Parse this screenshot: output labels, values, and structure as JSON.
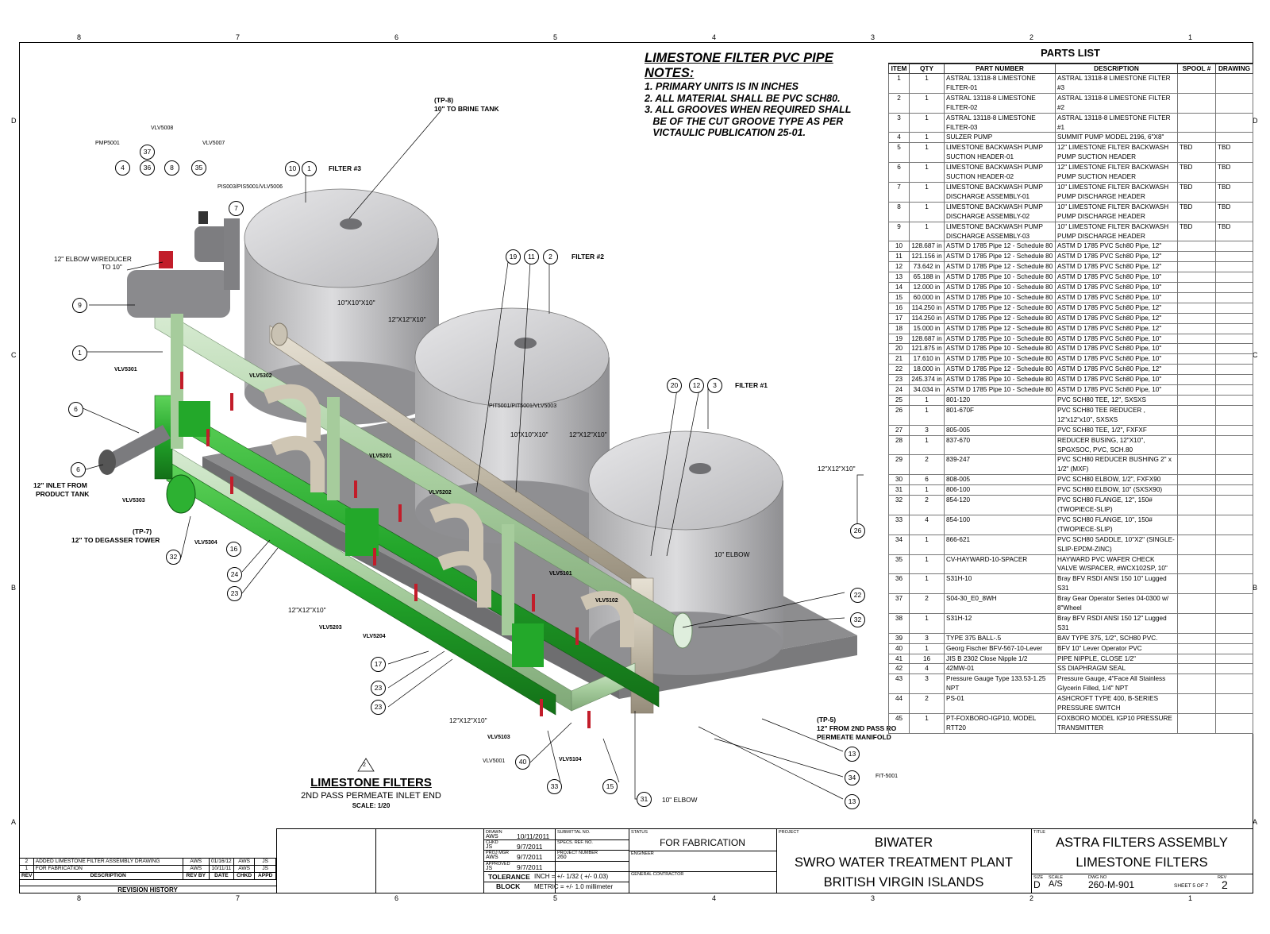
{
  "notes": {
    "title": "LIMESTONE FILTER PVC PIPE NOTES:",
    "lines": [
      "1. PRIMARY UNITS IS IN INCHES",
      "2. ALL MATERIAL SHALL BE PVC SCH80.",
      "3. ALL GROOVES WHEN REQUIRED SHALL",
      "   BE OF THE CUT GROOVE TYPE AS PER",
      "   VICTAULIC PUBLICATION 25-01."
    ]
  },
  "parts_list": {
    "title": "PARTS LIST",
    "headers": [
      "ITEM",
      "QTY",
      "PART NUMBER",
      "DESCRIPTION",
      "SPOOL #",
      "DRAWING"
    ],
    "rows": [
      [
        "1",
        "1",
        "ASTRAL 13118-8 LIMESTONE FILTER-01",
        "ASTRAL 13118-8 LIMESTONE FILTER #3",
        "",
        ""
      ],
      [
        "2",
        "1",
        "ASTRAL 13118-8 LIMESTONE FILTER-02",
        "ASTRAL 13118-8 LIMESTONE FILTER #2",
        "",
        ""
      ],
      [
        "3",
        "1",
        "ASTRAL 13118-8 LIMESTONE FILTER-03",
        "ASTRAL 13118-8 LIMESTONE FILTER #1",
        "",
        ""
      ],
      [
        "4",
        "1",
        "SULZER PUMP",
        "SUMMIT PUMP MODEL 2196, 6\"X8\"",
        "",
        ""
      ],
      [
        "5",
        "1",
        "LIMESTONE BACKWASH PUMP SUCTION HEADER-01",
        "12\" LIMESTONE FILTER BACKWASH PUMP SUCTION HEADER",
        "TBD",
        "TBD"
      ],
      [
        "6",
        "1",
        "LIMESTONE BACKWASH PUMP SUCTION HEADER-02",
        "12\" LIMESTONE FILTER BACKWASH PUMP SUCTION HEADER",
        "TBD",
        "TBD"
      ],
      [
        "7",
        "1",
        "LIMESTONE BACKWASH PUMP DISCHARGE ASSEMBLY-01",
        "10\" LIMESTONE FILTER BACKWASH PUMP DISCHARGE HEADER",
        "TBD",
        "TBD"
      ],
      [
        "8",
        "1",
        "LIMESTONE BACKWASH PUMP DISCHARGE ASSEMBLY-02",
        "10\" LIMESTONE FILTER BACKWASH PUMP DISCHARGE HEADER",
        "TBD",
        "TBD"
      ],
      [
        "9",
        "1",
        "LIMESTONE BACKWASH PUMP DISCHARGE ASSEMBLY-03",
        "10\" LIMESTONE FILTER BACKWASH PUMP DISCHARGE HEADER",
        "TBD",
        "TBD"
      ],
      [
        "10",
        "128.687 in",
        "ASTM D 1785 Pipe 12 - Schedule 80",
        "ASTM D 1785 PVC Sch80 Pipe, 12\"",
        "",
        ""
      ],
      [
        "11",
        "121.156 in",
        "ASTM D 1785 Pipe 12 - Schedule 80",
        "ASTM D 1785 PVC Sch80 Pipe, 12\"",
        "",
        ""
      ],
      [
        "12",
        "73.642 in",
        "ASTM D 1785 Pipe 12 - Schedule 80",
        "ASTM D 1785 PVC Sch80 Pipe, 12\"",
        "",
        ""
      ],
      [
        "13",
        "65.188 in",
        "ASTM D 1785 Pipe 10 - Schedule 80",
        "ASTM D 1785 PVC Sch80 Pipe, 10\"",
        "",
        ""
      ],
      [
        "14",
        "12.000 in",
        "ASTM D 1785 Pipe 10 - Schedule 80",
        "ASTM D 1785 PVC Sch80 Pipe, 10\"",
        "",
        ""
      ],
      [
        "15",
        "60.000 in",
        "ASTM D 1785 Pipe 10 - Schedule 80",
        "ASTM D 1785 PVC Sch80 Pipe, 10\"",
        "",
        ""
      ],
      [
        "16",
        "114.250 in",
        "ASTM D 1785 Pipe 12 - Schedule 80",
        "ASTM D 1785 PVC Sch80 Pipe, 12\"",
        "",
        ""
      ],
      [
        "17",
        "114.250 in",
        "ASTM D 1785 Pipe 12 - Schedule 80",
        "ASTM D 1785 PVC Sch80 Pipe, 12\"",
        "",
        ""
      ],
      [
        "18",
        "15.000 in",
        "ASTM D 1785 Pipe 12 - Schedule 80",
        "ASTM D 1785 PVC Sch80 Pipe, 12\"",
        "",
        ""
      ],
      [
        "19",
        "128.687 in",
        "ASTM D 1785 Pipe 10 - Schedule 80",
        "ASTM D 1785 PVC Sch80 Pipe, 10\"",
        "",
        ""
      ],
      [
        "20",
        "121.875 in",
        "ASTM D 1785 Pipe 10 - Schedule 80",
        "ASTM D 1785 PVC Sch80 Pipe, 10\"",
        "",
        ""
      ],
      [
        "21",
        "17.610 in",
        "ASTM D 1785 Pipe 10 - Schedule 80",
        "ASTM D 1785 PVC Sch80 Pipe, 10\"",
        "",
        ""
      ],
      [
        "22",
        "18.000 in",
        "ASTM D 1785 Pipe 12 - Schedule 80",
        "ASTM D 1785 PVC Sch80 Pipe, 12\"",
        "",
        ""
      ],
      [
        "23",
        "245.374 in",
        "ASTM D 1785 Pipe 10 - Schedule 80",
        "ASTM D 1785 PVC Sch80 Pipe, 10\"",
        "",
        ""
      ],
      [
        "24",
        "34.034 in",
        "ASTM D 1785 Pipe 10 - Schedule 80",
        "ASTM D 1785 PVC Sch80 Pipe, 10\"",
        "",
        ""
      ],
      [
        "25",
        "1",
        "801-120",
        "PVC SCH80 TEE, 12\", SXSXS",
        "",
        ""
      ],
      [
        "26",
        "1",
        "801-670F",
        "PVC SCH80 TEE REDUCER , 12\"x12\"x10\", SXSXS",
        "",
        ""
      ],
      [
        "27",
        "3",
        "805-005",
        "PVC SCH80 TEE, 1/2\", FXFXF",
        "",
        ""
      ],
      [
        "28",
        "1",
        "837-670",
        "REDUCER BUSING, 12\"X10\", SPGXSOC, PVC, SCH.80",
        "",
        ""
      ],
      [
        "29",
        "2",
        "839-247",
        "PVC SCH80 REDUCER BUSHING 2\" x 1/2\" (MXF)",
        "",
        ""
      ],
      [
        "30",
        "6",
        "808-005",
        "PVC SCH80 ELBOW, 1/2\", FXFX90",
        "",
        ""
      ],
      [
        "31",
        "1",
        "806-100",
        "PVC SCH80 ELBOW, 10\" (SXSX90)",
        "",
        ""
      ],
      [
        "32",
        "2",
        "854-120",
        "PVC SCH80 FLANGE, 12\", 150# (TWOPIECE-SLIP)",
        "",
        ""
      ],
      [
        "33",
        "4",
        "854-100",
        "PVC SCH80 FLANGE, 10\", 150# (TWOPIECE-SLIP)",
        "",
        ""
      ],
      [
        "34",
        "1",
        "866-621",
        "PVC SCH80 SADDLE, 10\"X2\" (SINGLE-SLIP-EPDM-ZINC)",
        "",
        ""
      ],
      [
        "35",
        "1",
        "CV-HAYWARD-10-SPACER",
        "HAYWARD PVC WAFER CHECK VALVE W/SPACER, #WCX102SP, 10\"",
        "",
        ""
      ],
      [
        "36",
        "1",
        "S31H-10",
        "Bray BFV RSDI ANSI 150 10\" Lugged S31",
        "",
        ""
      ],
      [
        "37",
        "2",
        "S04-30_E0_8WH",
        "Bray Gear Operator Series 04-0300 w/ 8\"Wheel",
        "",
        ""
      ],
      [
        "38",
        "1",
        "S31H-12",
        "Bray BFV RSDI ANSI 150 12\" Lugged S31",
        "",
        ""
      ],
      [
        "39",
        "3",
        "TYPE 375 BALL-.5",
        "BAV TYPE 375, 1/2\", SCH80 PVC.",
        "",
        ""
      ],
      [
        "40",
        "1",
        "Georg Fischer BFV-567-10-Lever",
        "BFV 10\" Lever Operator PVC",
        "",
        ""
      ],
      [
        "41",
        "16",
        "JIS B 2302 Close Nipple 1/2",
        "PIPE NIPPLE, CLOSE 1/2\"",
        "",
        ""
      ],
      [
        "42",
        "4",
        "42MW-01",
        "SS DIAPHRAGM SEAL",
        "",
        ""
      ],
      [
        "43",
        "3",
        "Pressure Gauge Type 133.53-1.25 NPT",
        "Pressure Gauge, 4\"Face All Stainless Glycerin Filled, 1/4\" NPT",
        "",
        ""
      ],
      [
        "44",
        "2",
        "PS-01",
        "ASHCROFT TYPE 400, B-SERIES PRESSURE SWITCH",
        "",
        ""
      ],
      [
        "45",
        "1",
        "PT-FOXBORO-IGP10, MODEL RTT20",
        "FOXBORO MODEL IGP10 PRESSURE TRANSMITTER",
        "",
        ""
      ]
    ]
  },
  "drawing_title": {
    "title": "LIMESTONE FILTERS",
    "subtitle": "2ND PASS PERMEATE INLET END",
    "scale": "SCALE: 1/20",
    "view_number": "2"
  },
  "zones": {
    "columns": [
      "8",
      "7",
      "6",
      "5",
      "4",
      "3",
      "2",
      "1"
    ],
    "rows": [
      "D",
      "C",
      "B",
      "A"
    ]
  },
  "callouts": {
    "filter3": "FILTER #3",
    "filter2": "FILTER #2",
    "filter1": "FILTER #1",
    "tp8a": "(TP-8)",
    "tp8b": "10\" TO BRINE TANK",
    "tp7a": "(TP-7)",
    "tp7b": "12\" TO DEGASSER TOWER",
    "tp5a": "(TP-5)",
    "tp5b": "12\" FROM 2ND PASS RO",
    "tp5c": "PERMEATE MANIFOLD",
    "inlet1": "12\" INLET FROM",
    "inlet2": "PRODUCT TANK",
    "elbowred1": "12\" ELBOW W/REDUCER",
    "elbowred2": "TO 10\"",
    "pmp5001": "PMP5001",
    "vlv5008": "VLV5008",
    "vlv5007": "VLV5007",
    "pis": "PIS003/PIS5001/VLV5006",
    "pit": "PIT5001/PIT5001/VLV5003",
    "t10_1": "10\"X10\"X10\"",
    "t10_2": "10\"X10\"X10\"",
    "t12_1": "12\"X12\"X10\"",
    "t12_2": "12\"X12\"X10\"",
    "t12_3": "12\"X12\"X10\"",
    "t12_4": "12\"X12\"X10\"",
    "t12_5": "12\"X12\"X10\"",
    "elbow10a": "10\" ELBOW",
    "elbow10b": "10\" ELBOW",
    "fit": "FIT-5001",
    "vlv5001": "VLV5001",
    "v5301": "VLV5301",
    "v5302": "VLV5302",
    "v5303": "VLV5303",
    "v5304": "VLV5304",
    "v5201": "VLV5201",
    "v5202": "VLV5202",
    "v5203": "VLV5203",
    "v5204": "VLV5204",
    "v5101": "VLV5101",
    "v5102": "VLV5102",
    "v5103": "VLV5103",
    "v5104": "VLV5104"
  },
  "bubbles": {
    "b37": "37",
    "b4": "4",
    "b36": "36",
    "b8": "8",
    "b35": "35",
    "b7": "7",
    "b9": "9",
    "b1a": "1",
    "b6a": "6",
    "b6b": "6",
    "b10": "10",
    "b1b": "1",
    "b19": "19",
    "b11": "11",
    "b2": "2",
    "b20": "20",
    "b12": "12",
    "b3": "3",
    "b26": "26",
    "b22": "22",
    "b32a": "32",
    "b32b": "32",
    "b16": "16",
    "b24": "24",
    "b23a": "23",
    "b23b": "23",
    "b23c": "23",
    "b17": "17",
    "b13a": "13",
    "b13b": "13",
    "b34": "34",
    "b31": "31",
    "b15": "15",
    "b33": "33",
    "b40": "40"
  },
  "revision_history": {
    "title": "REVISION HISTORY",
    "headers": [
      "REV",
      "DESCRIPTION",
      "REV BY",
      "DATE",
      "CHKD",
      "APPD"
    ],
    "rows": [
      [
        "2",
        "ADDED LIMESTONE FILTER ASSEMBLY DRAWING",
        "AWS",
        "01/16/12",
        "AWS",
        "JS"
      ],
      [
        "1",
        "FOR FABRICATION",
        "AWS",
        "10/11/11",
        "AWS",
        "JS"
      ]
    ]
  },
  "title_block": {
    "drawn_label": "DRAWN",
    "drawn_by": "AWS",
    "drawn_date": "10/11/2011",
    "chkd_label": "CHKD",
    "chkd_by": "JS",
    "chkd_date": "9/7/2011",
    "projmgr_label": "PROJ MGR",
    "projmgr_by": "AWS",
    "projmgr_date": "9/7/2011",
    "approved_label": "APPROVED",
    "approved_by": "JS",
    "approved_date": "9/7/2011",
    "submittal_label": "SUBMITTAL NO.",
    "specs_label": "SPECS. REF. NO.",
    "project_number_label": "PROJECT NUMBER",
    "project_number": "260",
    "tolerance1": "TOLERANCE",
    "tolerance2": "BLOCK",
    "inch": "INCH = +/- 1/32 ( +/- 0.03)",
    "metric": "METRIC = +/- 1.0 millimeter",
    "status_label": "STATUS",
    "status": "FOR FABRICATION",
    "engineer_label": "ENGINEER",
    "gc_label": "GENERAL CONTRACTOR",
    "project_label": "PROJECT",
    "project1": "BIWATER",
    "project2": "SWRO WATER TREATMENT PLANT",
    "project3": "BRITISH VIRGIN ISLANDS",
    "title_label": "TITLE",
    "title1": "ASTRA FILTERS ASSEMBLY",
    "title2": "LIMESTONE FILTERS",
    "size_label": "SIZE",
    "size": "D",
    "scale_label": "SCALE",
    "scale": "A/S",
    "dwg_label": "DWG NO",
    "dwg": "260-M-901",
    "sheet": "SHEET 5 OF 7",
    "rev_label": "REV",
    "rev": "2"
  }
}
